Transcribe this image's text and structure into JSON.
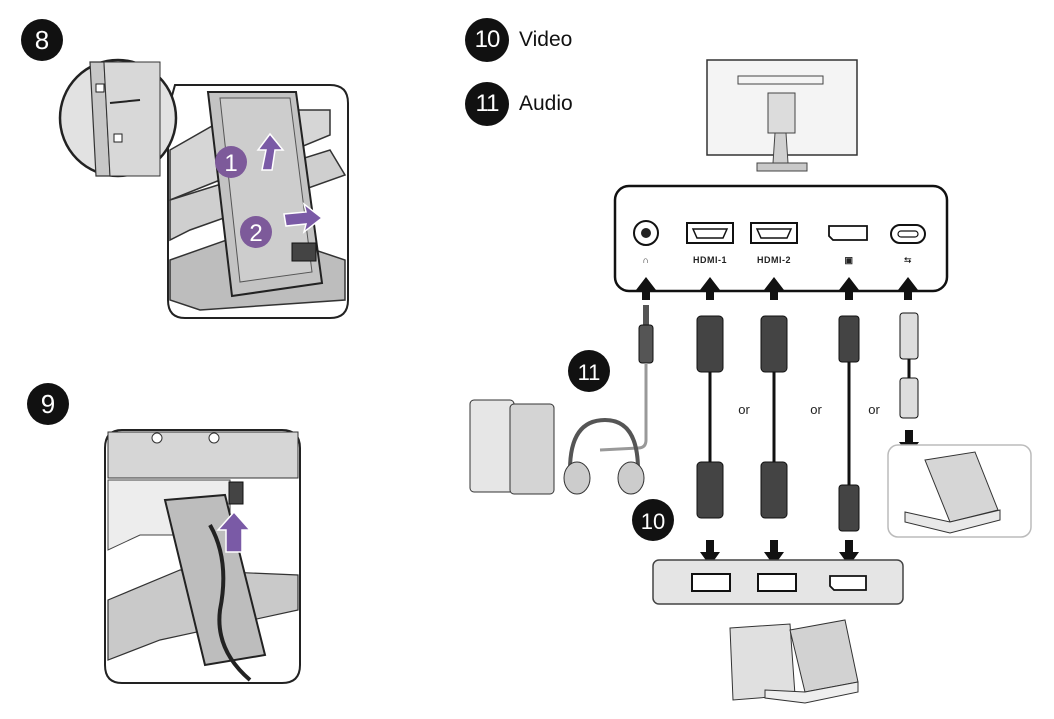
{
  "steps": {
    "step8": "8",
    "step9": "9"
  },
  "step8_markers": {
    "first": "1",
    "second": "2"
  },
  "legend": {
    "video_num": "10",
    "video_label": "Video",
    "audio_num": "11",
    "audio_label": "Audio"
  },
  "ports": {
    "headphone": "∩",
    "hdmi1": "HDMI-1",
    "hdmi2": "HDMI-2",
    "displayport": "▣",
    "usbc": "⮀"
  },
  "connector_or": [
    "or",
    "or",
    "or"
  ],
  "callouts": {
    "audio": "11",
    "video": "10"
  },
  "colors": {
    "marker_purple": "#7d5a9a",
    "arrow_purple": "#7a5aa6",
    "panel_border": "#111111",
    "device_gray": "#d9d9d9"
  }
}
